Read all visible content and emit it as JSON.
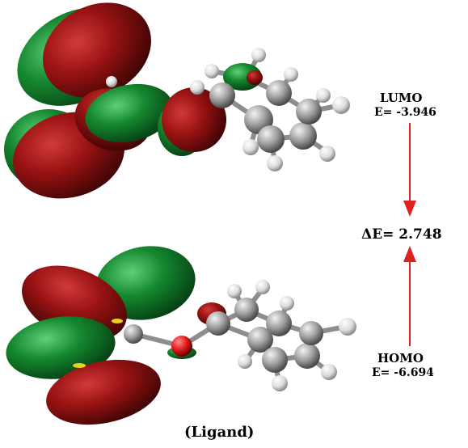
{
  "labels": {
    "lumo_title": "LUMO",
    "lumo_energy": "E= -3.946",
    "homo_title": "HOMO",
    "homo_energy": "E= -6.694",
    "gap": "ΔE= 2.748",
    "caption": "(Ligand)"
  },
  "colors": {
    "positive_lobe": "#8b0f0f",
    "negative_lobe": "#0f7a2a",
    "carbon_atom": "#9a9a9a",
    "hydrogen_atom": "#e6e6e6",
    "oxygen_atom": "#d81818",
    "sulfur_atom": "#e5d21e",
    "arrow": "#e02020"
  }
}
